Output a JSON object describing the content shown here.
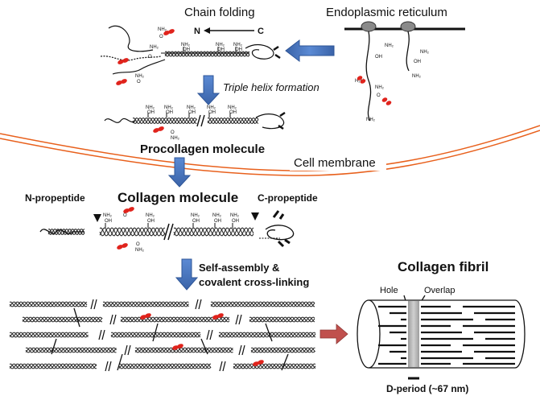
{
  "labels": {
    "chain_folding": "Chain folding",
    "endoplasmic_reticulum": "Endoplasmic reticulum",
    "n_terminus": "N",
    "c_terminus": "C",
    "triple_helix_formation": "Triple helix formation",
    "procollagen_molecule": "Procollagen molecule",
    "cell_membrane": "Cell membrane",
    "n_propeptide": "N-propeptide",
    "collagen_molecule": "Collagen molecule",
    "c_propeptide": "C-propeptide",
    "self_assembly_line1": "Self-assembly &",
    "self_assembly_line2": "covalent cross-linking",
    "collagen_fibril": "Collagen fibril",
    "hole": "Hole",
    "overlap": "Overlap",
    "d_period": "D-period (~67 nm)"
  },
  "chem": {
    "nh2": "NH₂",
    "h2n": "H₂N",
    "oh": "OH",
    "o": "O",
    "ho": "HO"
  },
  "colors": {
    "arrow_blue": "#4a7ac7",
    "arrow_red": "#c0504d",
    "membrane_orange": "#e8601c",
    "sugar_red": "#e0231c",
    "fibril_gray": "#9a9a9a"
  }
}
